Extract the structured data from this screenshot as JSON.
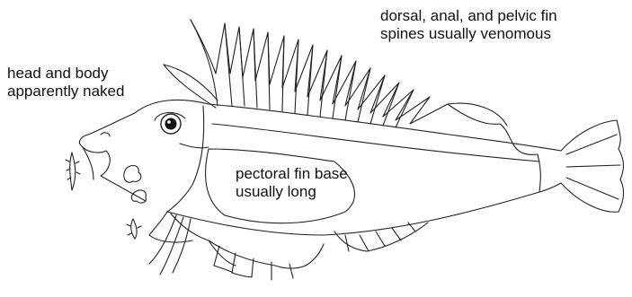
{
  "labels": {
    "spines": {
      "line1": "dorsal, anal, and pelvic fin",
      "line2": "spines usually venomous"
    },
    "head": {
      "line1": "head and body",
      "line2": "apparently naked"
    },
    "pectoral": {
      "line1": "pectoral fin base",
      "line2": "usually long"
    }
  },
  "colors": {
    "background": "#ffffff",
    "line": "#222222",
    "text": "#111111"
  }
}
